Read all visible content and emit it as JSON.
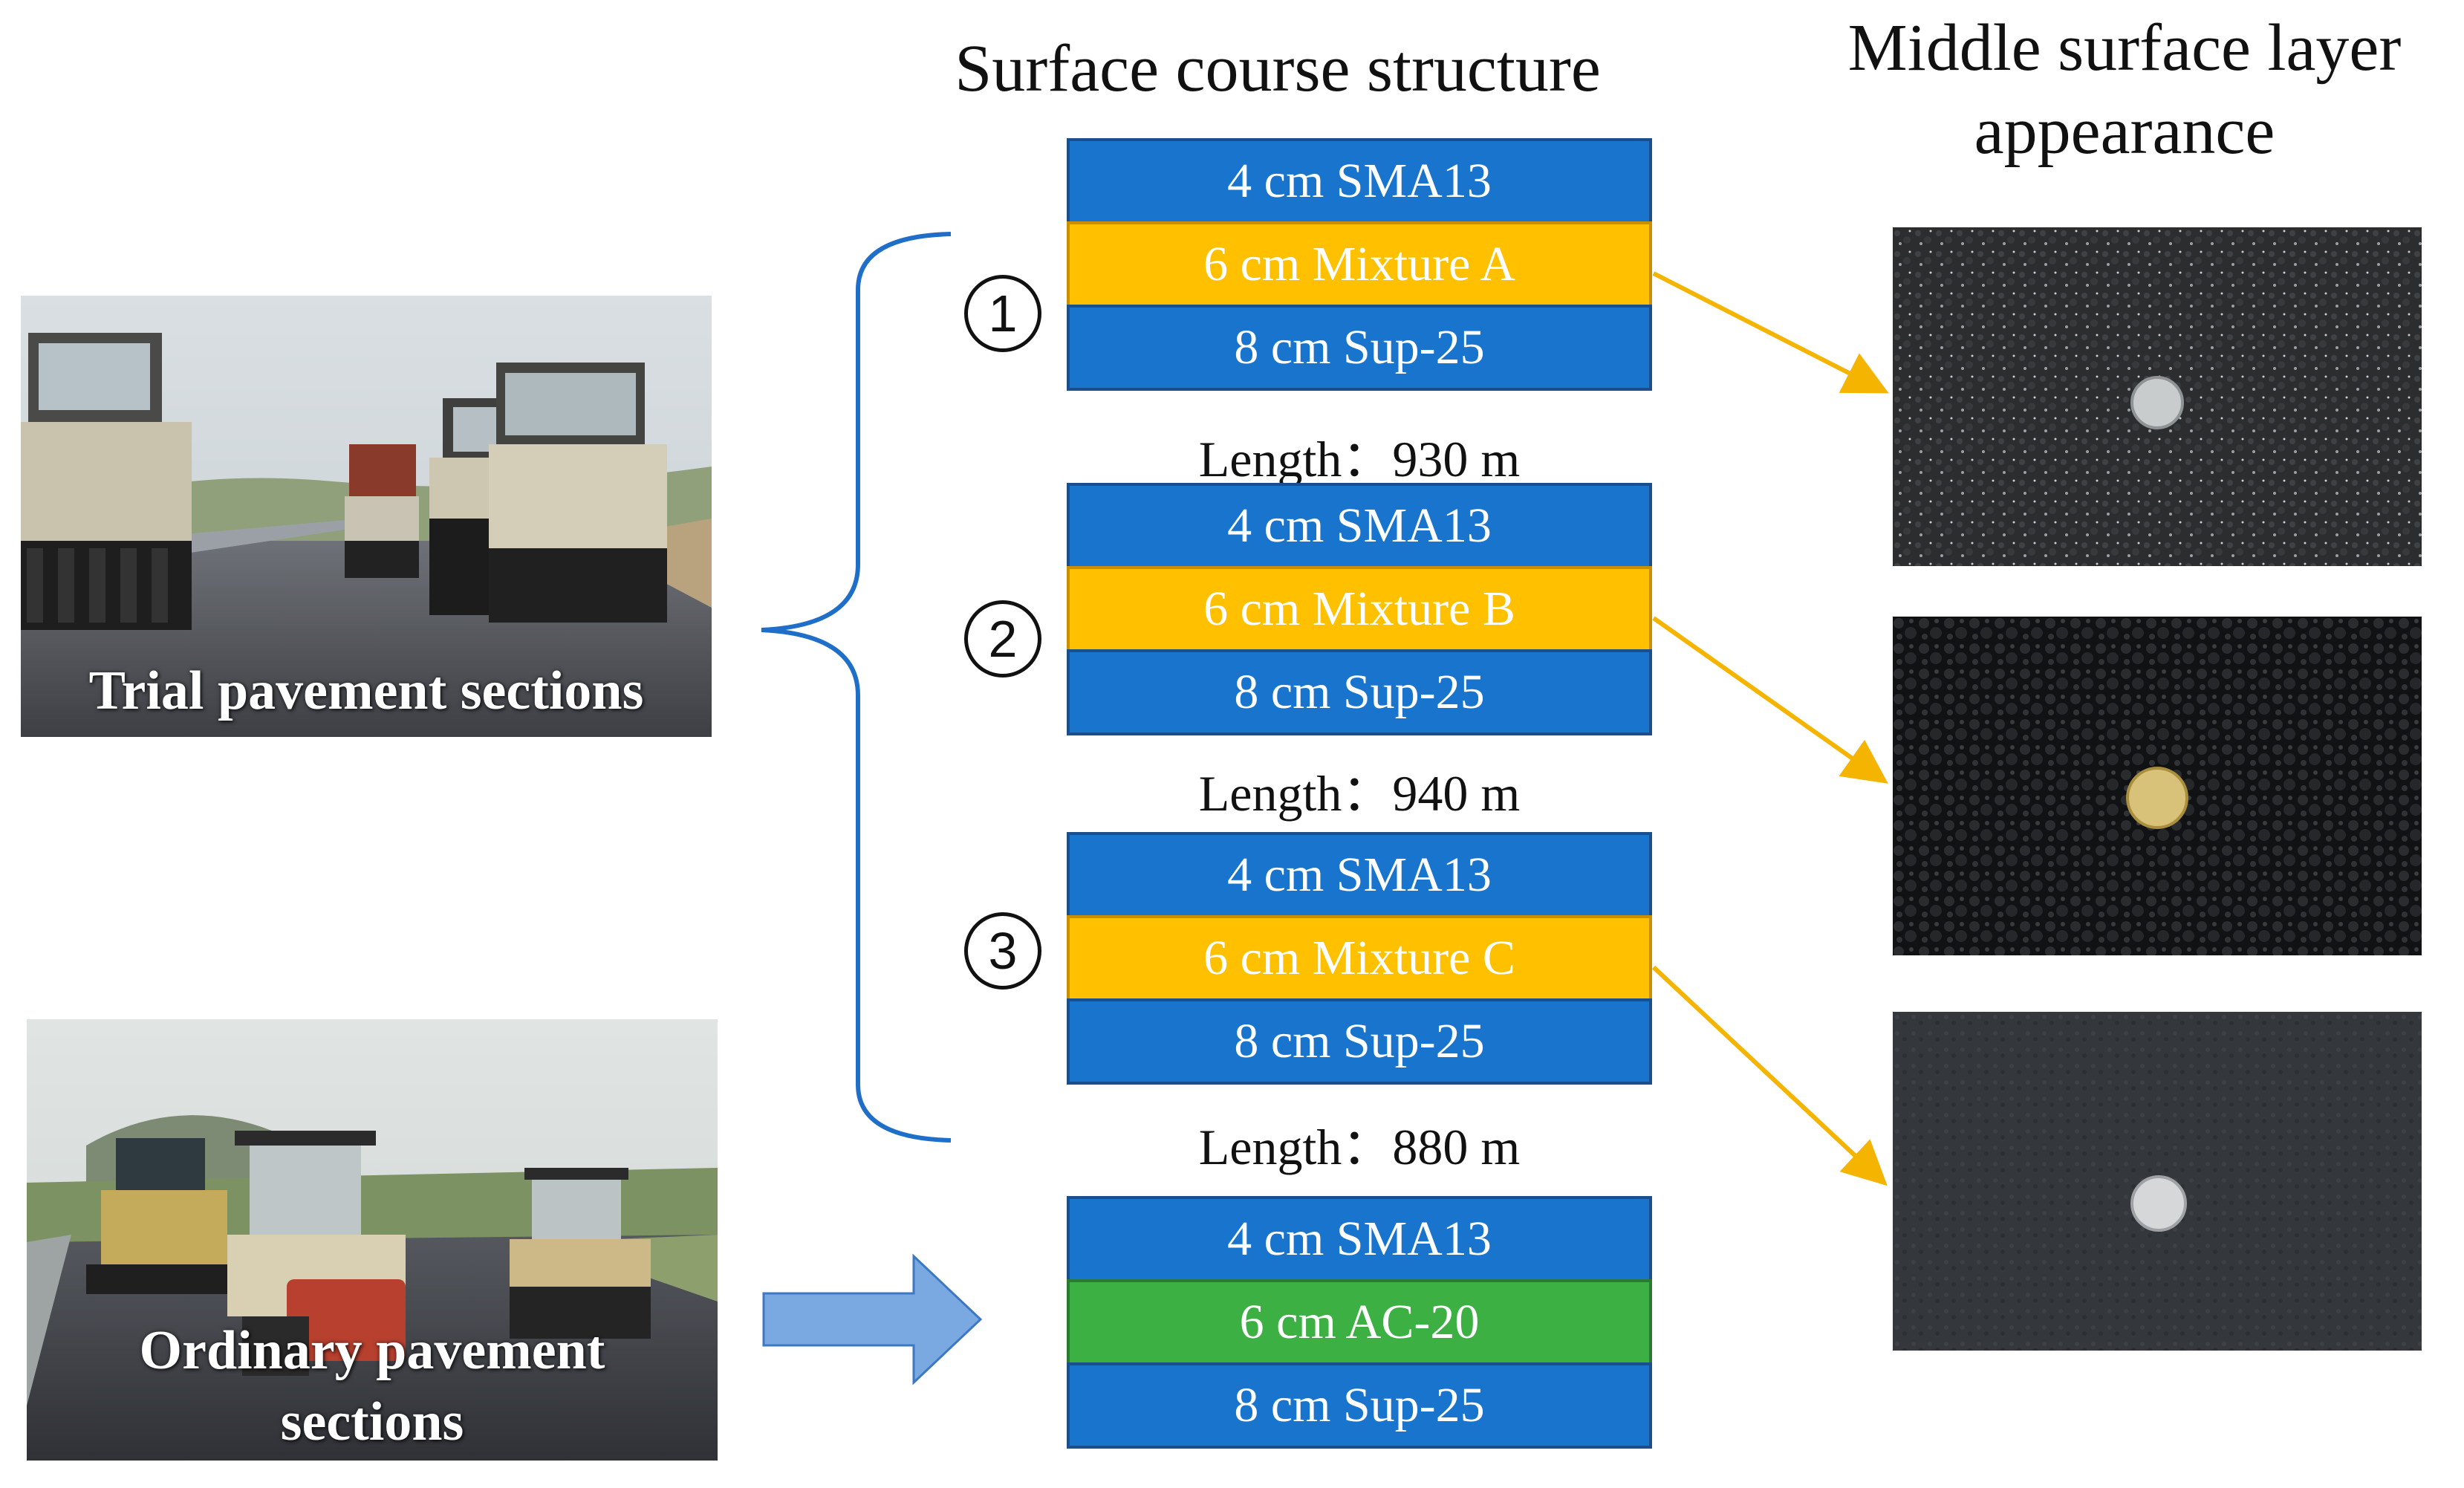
{
  "headings": {
    "structure": "Surface course structure",
    "appearance_line1": "Middle surface layer",
    "appearance_line2": "appearance"
  },
  "photos": {
    "trial_label": "Trial pavement sections",
    "ordinary_label_line1": "Ordinary pavement",
    "ordinary_label_line2": "sections"
  },
  "sections": [
    {
      "marker": "1",
      "layers": [
        "4 cm SMA13",
        "6 cm Mixture A",
        "8 cm Sup-25"
      ],
      "length": "Length：930 m"
    },
    {
      "marker": "2",
      "layers": [
        "4 cm SMA13",
        "6 cm Mixture B",
        "8 cm Sup-25"
      ],
      "length": "Length：940 m"
    },
    {
      "marker": "3",
      "layers": [
        "4 cm SMA13",
        "6 cm Mixture C",
        "8 cm Sup-25"
      ],
      "length": "Length：880 m"
    }
  ],
  "ordinary_section": {
    "layers": [
      "4 cm SMA13",
      "6 cm AC-20",
      "8 cm Sup-25"
    ]
  },
  "colors": {
    "blue_layer": "#1874cd",
    "mixture_layer": "#ffc000",
    "ac20_layer": "#3cb043",
    "bracket": "#1f6fc9",
    "connector": "#f5b400",
    "block_arrow": "#7aa8e0"
  }
}
